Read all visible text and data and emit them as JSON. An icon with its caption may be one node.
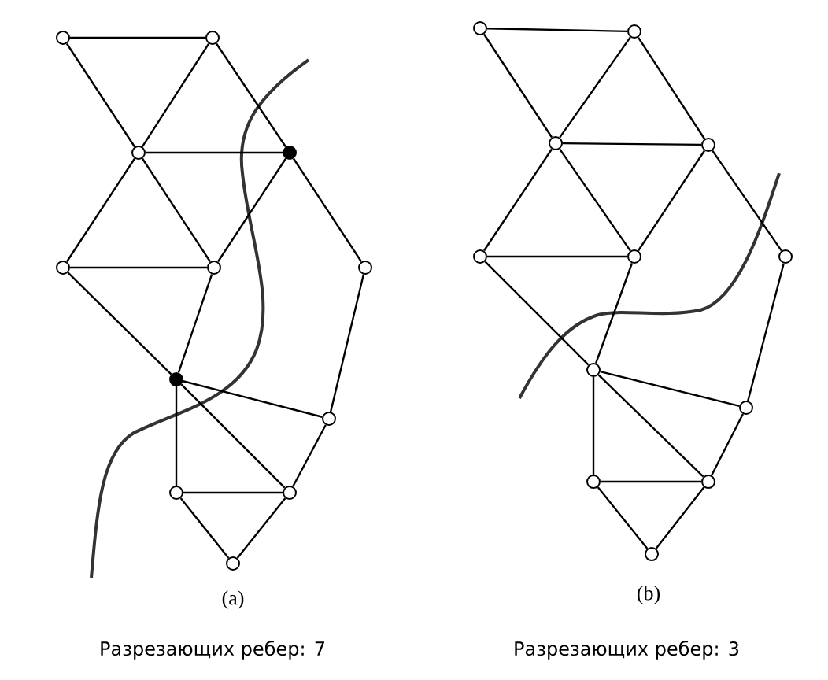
{
  "diagram": {
    "nodes": [
      {
        "text": [],
        "shape": "circle"
      },
      {
        "text": [],
        "shape": "circle"
      },
      {
        "text": [],
        "shape": "circle"
      },
      {
        "text": [],
        "shape": "dot"
      },
      {
        "text": [],
        "shape": "circle"
      },
      {
        "text": [],
        "shape": "circle"
      },
      {
        "text": [],
        "shape": "circle"
      },
      {
        "text": [],
        "shape": "dot"
      },
      {
        "text": [],
        "shape": "circle"
      },
      {
        "text": [],
        "shape": "circle"
      },
      {
        "text": [],
        "shape": "circle"
      },
      {
        "text": [],
        "shape": "circle"
      },
      {
        "text": [],
        "shape": "circle"
      },
      {
        "text": [],
        "shape": "circle"
      },
      {
        "text": [],
        "shape": "circle"
      },
      {
        "text": [],
        "shape": "circle"
      },
      {
        "text": [],
        "shape": "circle"
      },
      {
        "text": [],
        "shape": "circle"
      },
      {
        "text": [],
        "shape": "circle"
      },
      {
        "text": [],
        "shape": "circle"
      },
      {
        "text": [],
        "shape": "circle"
      },
      {
        "text": [],
        "shape": "circle"
      },
      {
        "text": [],
        "shape": "circle"
      },
      {
        "text": [],
        "shape": "circle"
      }
    ],
    "edges": [
      {
        "from": 0,
        "to": 1,
        "arrow": "none"
      },
      {
        "from": 0,
        "to": 2,
        "arrow": "none"
      },
      {
        "from": 1,
        "to": 2,
        "arrow": "none"
      },
      {
        "from": 1,
        "to": 3,
        "arrow": "none"
      },
      {
        "from": 2,
        "to": 3,
        "arrow": "none"
      },
      {
        "from": 2,
        "to": 4,
        "arrow": "none"
      },
      {
        "from": 2,
        "to": 5,
        "arrow": "none"
      },
      {
        "from": 3,
        "to": 5,
        "arrow": "none"
      },
      {
        "from": 3,
        "to": 6,
        "arrow": "none"
      },
      {
        "from": 4,
        "to": 5,
        "arrow": "none"
      },
      {
        "from": 4,
        "to": 7,
        "arrow": "none"
      },
      {
        "from": 5,
        "to": 7,
        "arrow": "none"
      },
      {
        "from": 6,
        "to": 8,
        "arrow": "none"
      },
      {
        "from": 7,
        "to": 8,
        "arrow": "none"
      },
      {
        "from": 7,
        "to": 9,
        "arrow": "none"
      },
      {
        "from": 7,
        "to": 10,
        "arrow": "none"
      },
      {
        "from": 8,
        "to": 10,
        "arrow": "none"
      },
      {
        "from": 9,
        "to": 10,
        "arrow": "none"
      },
      {
        "from": 9,
        "to": 11,
        "arrow": "none"
      },
      {
        "from": 10,
        "to": 11,
        "arrow": "none"
      },
      {
        "from": 12,
        "to": 13,
        "arrow": "none"
      },
      {
        "from": 12,
        "to": 14,
        "arrow": "none"
      },
      {
        "from": 13,
        "to": 14,
        "arrow": "none"
      },
      {
        "from": 13,
        "to": 15,
        "arrow": "none"
      },
      {
        "from": 14,
        "to": 15,
        "arrow": "none"
      },
      {
        "from": 14,
        "to": 16,
        "arrow": "none"
      },
      {
        "from": 14,
        "to": 17,
        "arrow": "none"
      },
      {
        "from": 15,
        "to": 17,
        "arrow": "none"
      },
      {
        "from": 15,
        "to": 18,
        "arrow": "none"
      },
      {
        "from": 16,
        "to": 17,
        "arrow": "none"
      },
      {
        "from": 16,
        "to": 19,
        "arrow": "none"
      },
      {
        "from": 17,
        "to": 19,
        "arrow": "none"
      },
      {
        "from": 18,
        "to": 20,
        "arrow": "none"
      },
      {
        "from": 19,
        "to": 20,
        "arrow": "none"
      },
      {
        "from": 19,
        "to": 21,
        "arrow": "none"
      },
      {
        "from": 19,
        "to": 22,
        "arrow": "none"
      },
      {
        "from": 20,
        "to": 22,
        "arrow": "none"
      },
      {
        "from": 21,
        "to": 22,
        "arrow": "none"
      },
      {
        "from": 21,
        "to": 23,
        "arrow": "none"
      },
      {
        "from": 22,
        "to": 23,
        "arrow": "none"
      }
    ],
    "labels": [
      "(a)",
      "(b)",
      "Разрезающих ребер: 7",
      "Разрезающих ребер: 3"
    ]
  }
}
